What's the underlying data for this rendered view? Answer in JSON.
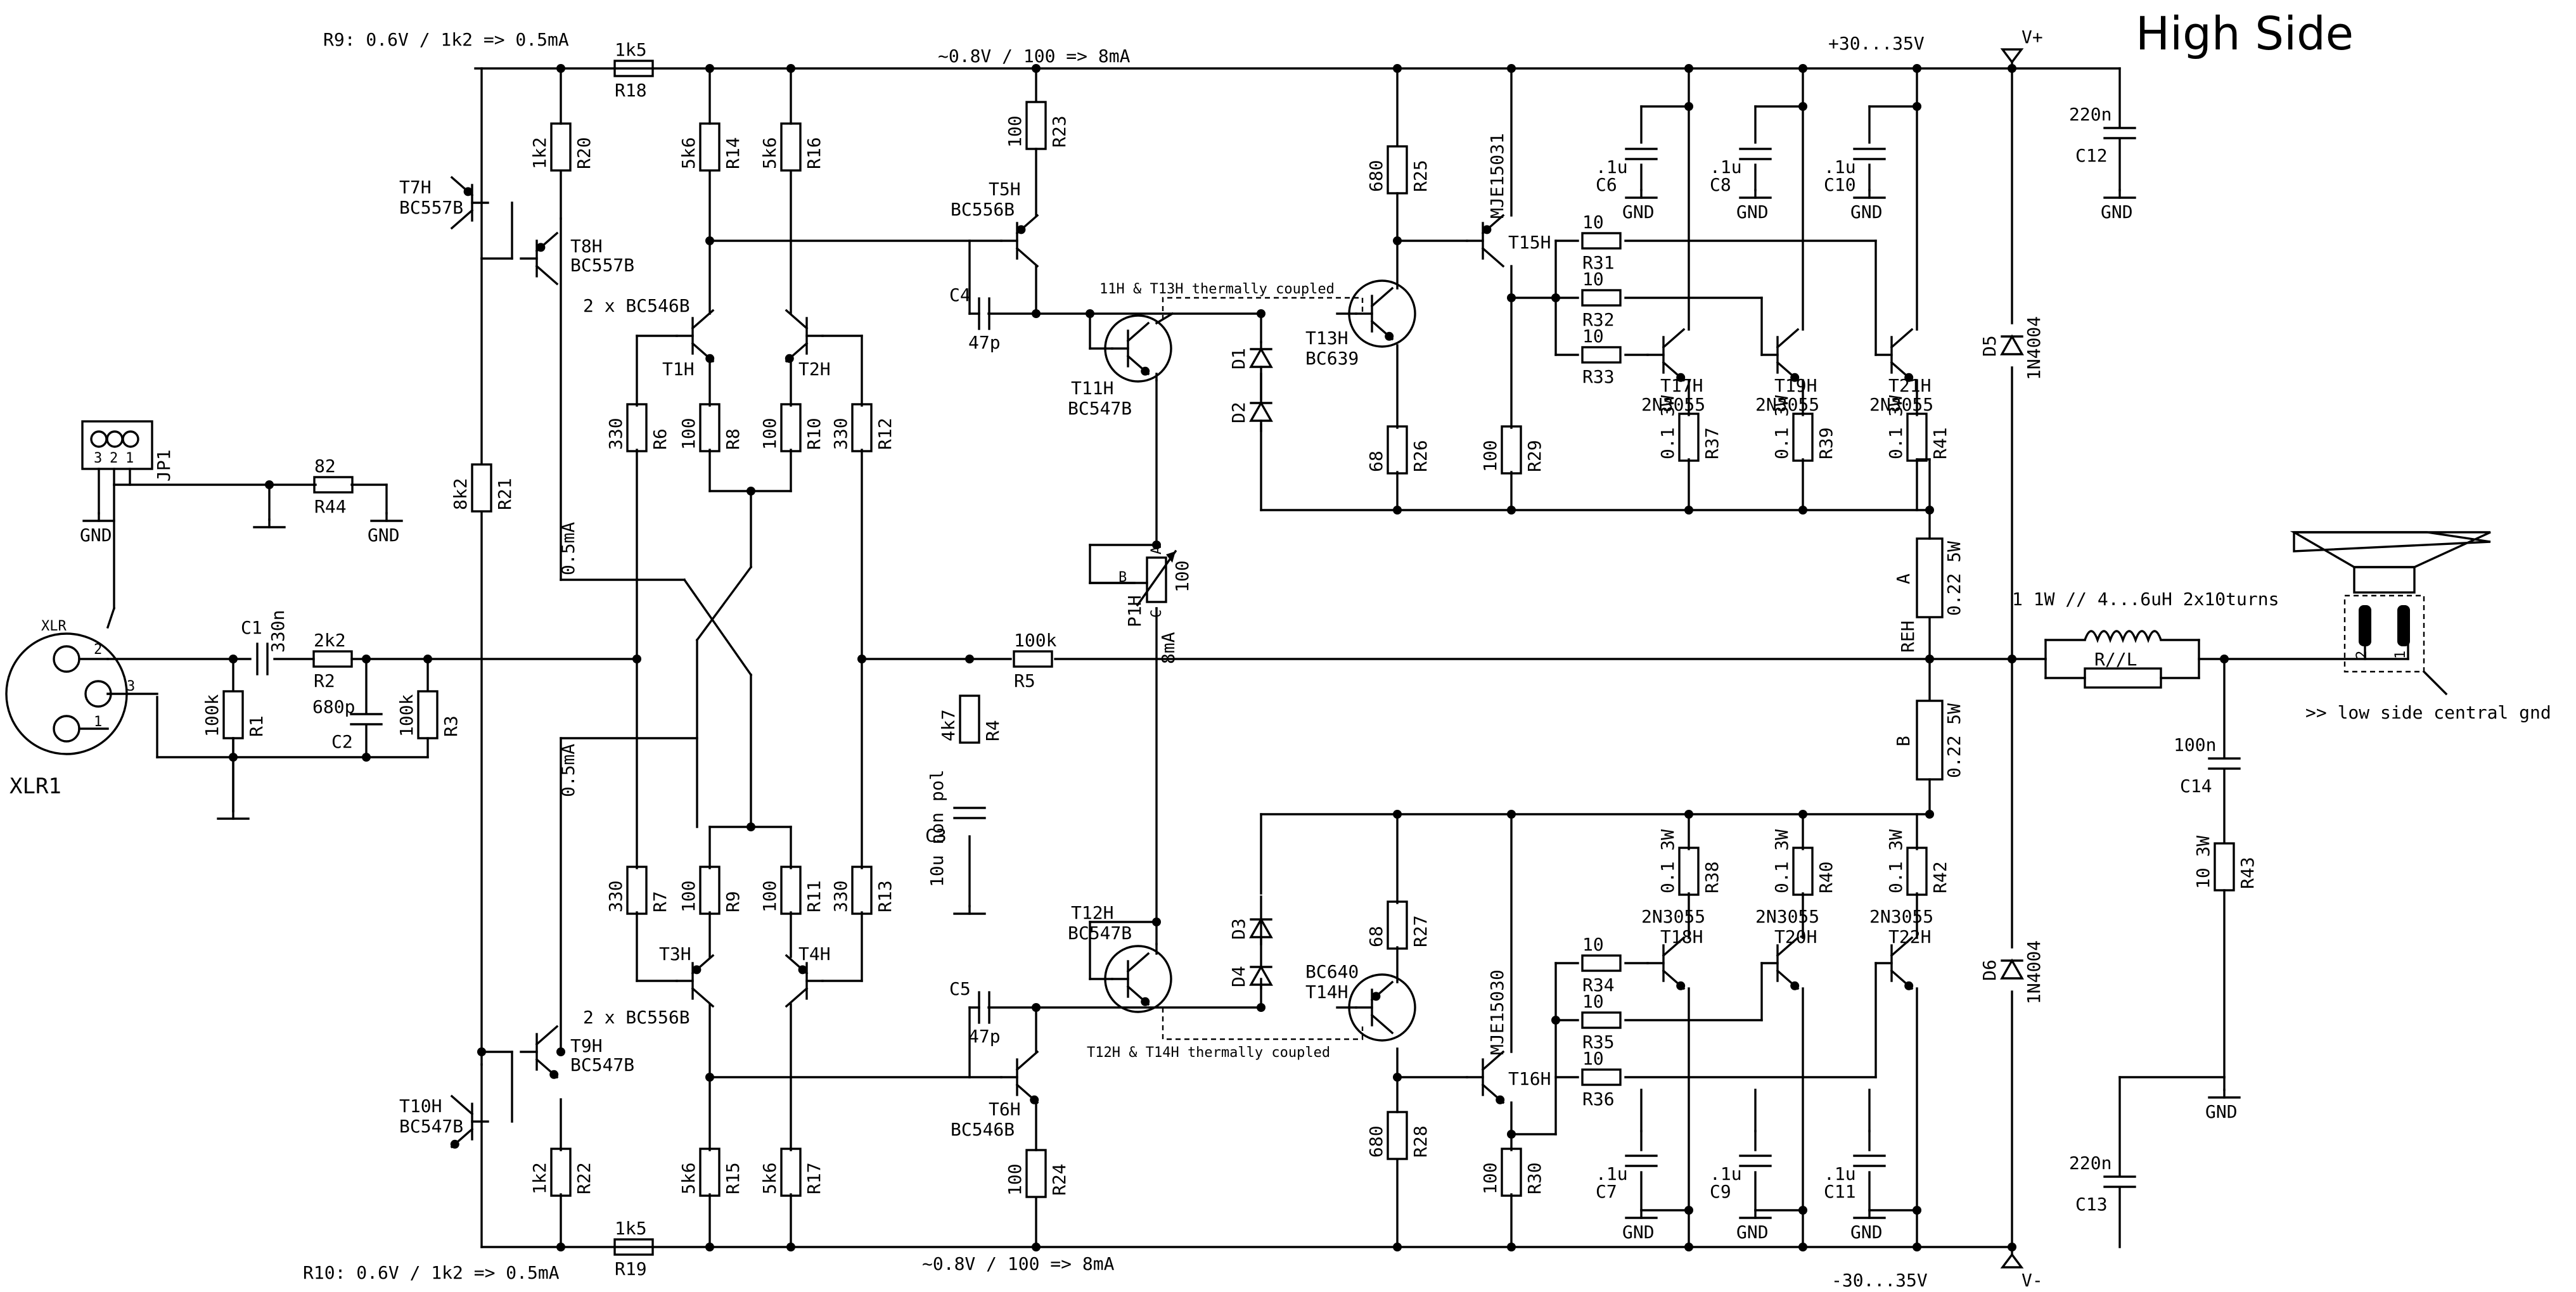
{
  "title": "High Side",
  "notes": {
    "r9": "R9: 0.6V / 1k2 => 0.5mA",
    "r10": "R10: 0.6V / 1k2 => 0.5mA",
    "vas_top": "~0.8V / 100 => 8mA",
    "vas_bot": "~0.8V / 100 => 8mA",
    "half_ma_top": "0.5mA",
    "half_ma_bot": "0.5mA",
    "eight_ma": "8mA",
    "thermal_top": "11H & T13H thermally coupled",
    "thermal_bot": "T12H & T14H thermally coupled",
    "inductor": "1 1W // 4...6uH 2x10turns",
    "low_side": ">> low side central gnd",
    "c3_note": "10u non pol"
  },
  "rails": {
    "vpos": "V+",
    "vneg": "V-",
    "vpos_range": "+30...35V",
    "vneg_range": "-30...35V",
    "gnd": "GND"
  },
  "connectors": {
    "xlr": "XLR1",
    "xlr_small": "XLR",
    "jp1": "JP1",
    "pin1": "1",
    "pin2": "2",
    "pin3": "3"
  },
  "resistors": [
    {
      "ref": "R1",
      "val": "100k"
    },
    {
      "ref": "R2",
      "val": "2k2"
    },
    {
      "ref": "R3",
      "val": "100k"
    },
    {
      "ref": "R4",
      "val": "4k7"
    },
    {
      "ref": "R5",
      "val": "100k"
    },
    {
      "ref": "R6",
      "val": "330"
    },
    {
      "ref": "R7",
      "val": "330"
    },
    {
      "ref": "R8",
      "val": "100"
    },
    {
      "ref": "R9",
      "val": "100"
    },
    {
      "ref": "R10",
      "val": "100"
    },
    {
      "ref": "R11",
      "val": "100"
    },
    {
      "ref": "R12",
      "val": "330"
    },
    {
      "ref": "R13",
      "val": "330"
    },
    {
      "ref": "R14",
      "val": "5k6"
    },
    {
      "ref": "R15",
      "val": "5k6"
    },
    {
      "ref": "R16",
      "val": "5k6"
    },
    {
      "ref": "R17",
      "val": "5k6"
    },
    {
      "ref": "R18",
      "val": "1k5"
    },
    {
      "ref": "R19",
      "val": "1k5"
    },
    {
      "ref": "R20",
      "val": "1k2"
    },
    {
      "ref": "R21",
      "val": "8k2"
    },
    {
      "ref": "R22",
      "val": "1k2"
    },
    {
      "ref": "R23",
      "val": "100"
    },
    {
      "ref": "R24",
      "val": "100"
    },
    {
      "ref": "R25",
      "val": "680"
    },
    {
      "ref": "R26",
      "val": "68"
    },
    {
      "ref": "R27",
      "val": "68"
    },
    {
      "ref": "R28",
      "val": "680"
    },
    {
      "ref": "R29",
      "val": "100"
    },
    {
      "ref": "R30",
      "val": "100"
    },
    {
      "ref": "R31",
      "val": "10"
    },
    {
      "ref": "R32",
      "val": "10"
    },
    {
      "ref": "R33",
      "val": "10"
    },
    {
      "ref": "R34",
      "val": "10"
    },
    {
      "ref": "R35",
      "val": "10"
    },
    {
      "ref": "R36",
      "val": "10"
    },
    {
      "ref": "R37",
      "val": "0.1 3W"
    },
    {
      "ref": "R38",
      "val": "0.1 3W"
    },
    {
      "ref": "R39",
      "val": "0.1 3W"
    },
    {
      "ref": "R40",
      "val": "0.1 3W"
    },
    {
      "ref": "R41",
      "val": "0.1 3W"
    },
    {
      "ref": "R42",
      "val": "0.1 3W"
    },
    {
      "ref": "R43",
      "val": "10 3W"
    },
    {
      "ref": "R44",
      "val": "82"
    },
    {
      "ref": "REH",
      "val": ""
    },
    {
      "ref": "A",
      "val": "0.22 5W"
    },
    {
      "ref": "B",
      "val": "0.22 5W"
    },
    {
      "ref": "R//L",
      "val": ""
    }
  ],
  "capacitors": [
    {
      "ref": "C1",
      "val": "330n"
    },
    {
      "ref": "C2",
      "val": "680p"
    },
    {
      "ref": "C3",
      "val": ""
    },
    {
      "ref": "C4",
      "val": "47p"
    },
    {
      "ref": "C5",
      "val": "47p"
    },
    {
      "ref": "C6",
      "val": ".1u"
    },
    {
      "ref": "C7",
      "val": ".1u"
    },
    {
      "ref": "C8",
      "val": ".1u"
    },
    {
      "ref": "C9",
      "val": ".1u"
    },
    {
      "ref": "C10",
      "val": ".1u"
    },
    {
      "ref": "C11",
      "val": ".1u"
    },
    {
      "ref": "C12",
      "val": "220n"
    },
    {
      "ref": "C13",
      "val": "220n"
    },
    {
      "ref": "C14",
      "val": "100n"
    }
  ],
  "transistors": [
    {
      "ref": "T1H",
      "type": ""
    },
    {
      "ref": "T2H",
      "type": ""
    },
    {
      "ref": "T3H",
      "type": ""
    },
    {
      "ref": "T4H",
      "type": ""
    },
    {
      "ref": "T5H",
      "type": "BC556B"
    },
    {
      "ref": "T6H",
      "type": "BC546B"
    },
    {
      "ref": "T7H",
      "type": "BC557B"
    },
    {
      "ref": "T8H",
      "type": "BC557B"
    },
    {
      "ref": "T9H",
      "type": "BC547B"
    },
    {
      "ref": "T10H",
      "type": "BC547B"
    },
    {
      "ref": "T11H",
      "type": "BC547B"
    },
    {
      "ref": "T12H",
      "type": "BC547B"
    },
    {
      "ref": "T13H",
      "type": "BC639"
    },
    {
      "ref": "T14H",
      "type": "BC640"
    },
    {
      "ref": "T15H",
      "type": "MJE15031"
    },
    {
      "ref": "T16H",
      "type": "MJE15030"
    },
    {
      "ref": "T17H",
      "type": "2N3055"
    },
    {
      "ref": "T18H",
      "type": "2N3055"
    },
    {
      "ref": "T19H",
      "type": "2N3055"
    },
    {
      "ref": "T20H",
      "type": "2N3055"
    },
    {
      "ref": "T21H",
      "type": "2N3055"
    },
    {
      "ref": "T22H",
      "type": "2N3055"
    }
  ],
  "pair_labels": {
    "top": "2 x BC546B",
    "bot": "2 x BC556B"
  },
  "diodes": [
    {
      "ref": "D1",
      "type": ""
    },
    {
      "ref": "D2",
      "type": ""
    },
    {
      "ref": "D3",
      "type": ""
    },
    {
      "ref": "D4",
      "type": ""
    },
    {
      "ref": "D5",
      "type": "1N4004"
    },
    {
      "ref": "D6",
      "type": "1N4004"
    }
  ],
  "trimmer": {
    "ref": "P1H",
    "val": "100",
    "pin_a": "A",
    "pin_b": "B",
    "pin_c": "C"
  },
  "speaker_pins": {
    "p1": "1",
    "p2": "2"
  }
}
